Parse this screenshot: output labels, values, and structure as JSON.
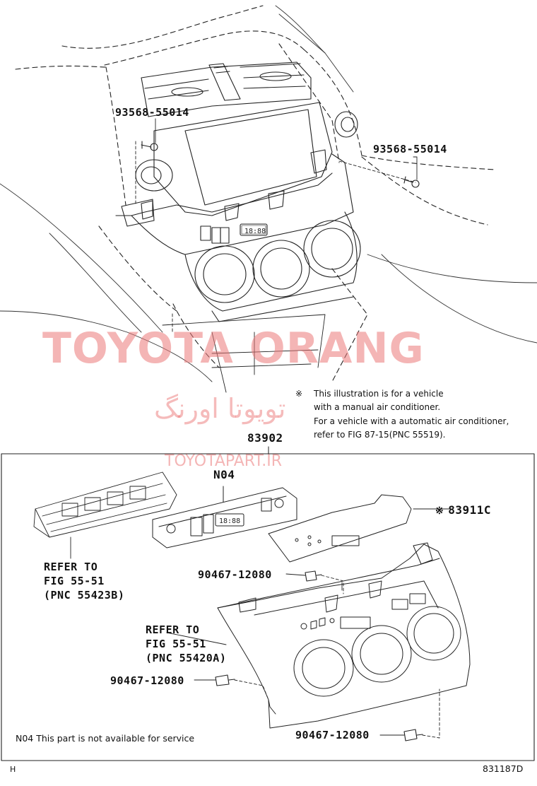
{
  "watermark": {
    "brand": "TOYOTA ORANG",
    "persian": "تویوتا اورنگ",
    "site": "TOYOTAPART.IR"
  },
  "callouts": {
    "bolt_left": "93568-55014",
    "bolt_right": "93568-55014",
    "assembly": "83902",
    "n04": "N04",
    "panel_mark": "※",
    "panel": "83911C",
    "clip_upper": "90467-12080",
    "clip_left": "90467-12080",
    "clip_lower": "90467-12080",
    "refer_a_1": "REFER TO",
    "refer_a_2": "FIG 55-51",
    "refer_a_3": "(PNC 55423B)",
    "refer_b_1": "REFER TO",
    "refer_b_2": "FIG 55-51",
    "refer_b_3": "(PNC 55420A)"
  },
  "note": {
    "mark": "※",
    "line1": "This illustration is for a vehicle",
    "line2": "with a manual air conditioner.",
    "line3": "For a vehicle with a automatic air conditioner,",
    "line4": "refer to FIG 87-15(PNC 55519)."
  },
  "footer": {
    "n04_note": "N04 This part is not available for service",
    "left_mark": "H",
    "figure_id": "831187D"
  },
  "display": {
    "clock_top": "18:88",
    "clock_unit": "18:88"
  }
}
